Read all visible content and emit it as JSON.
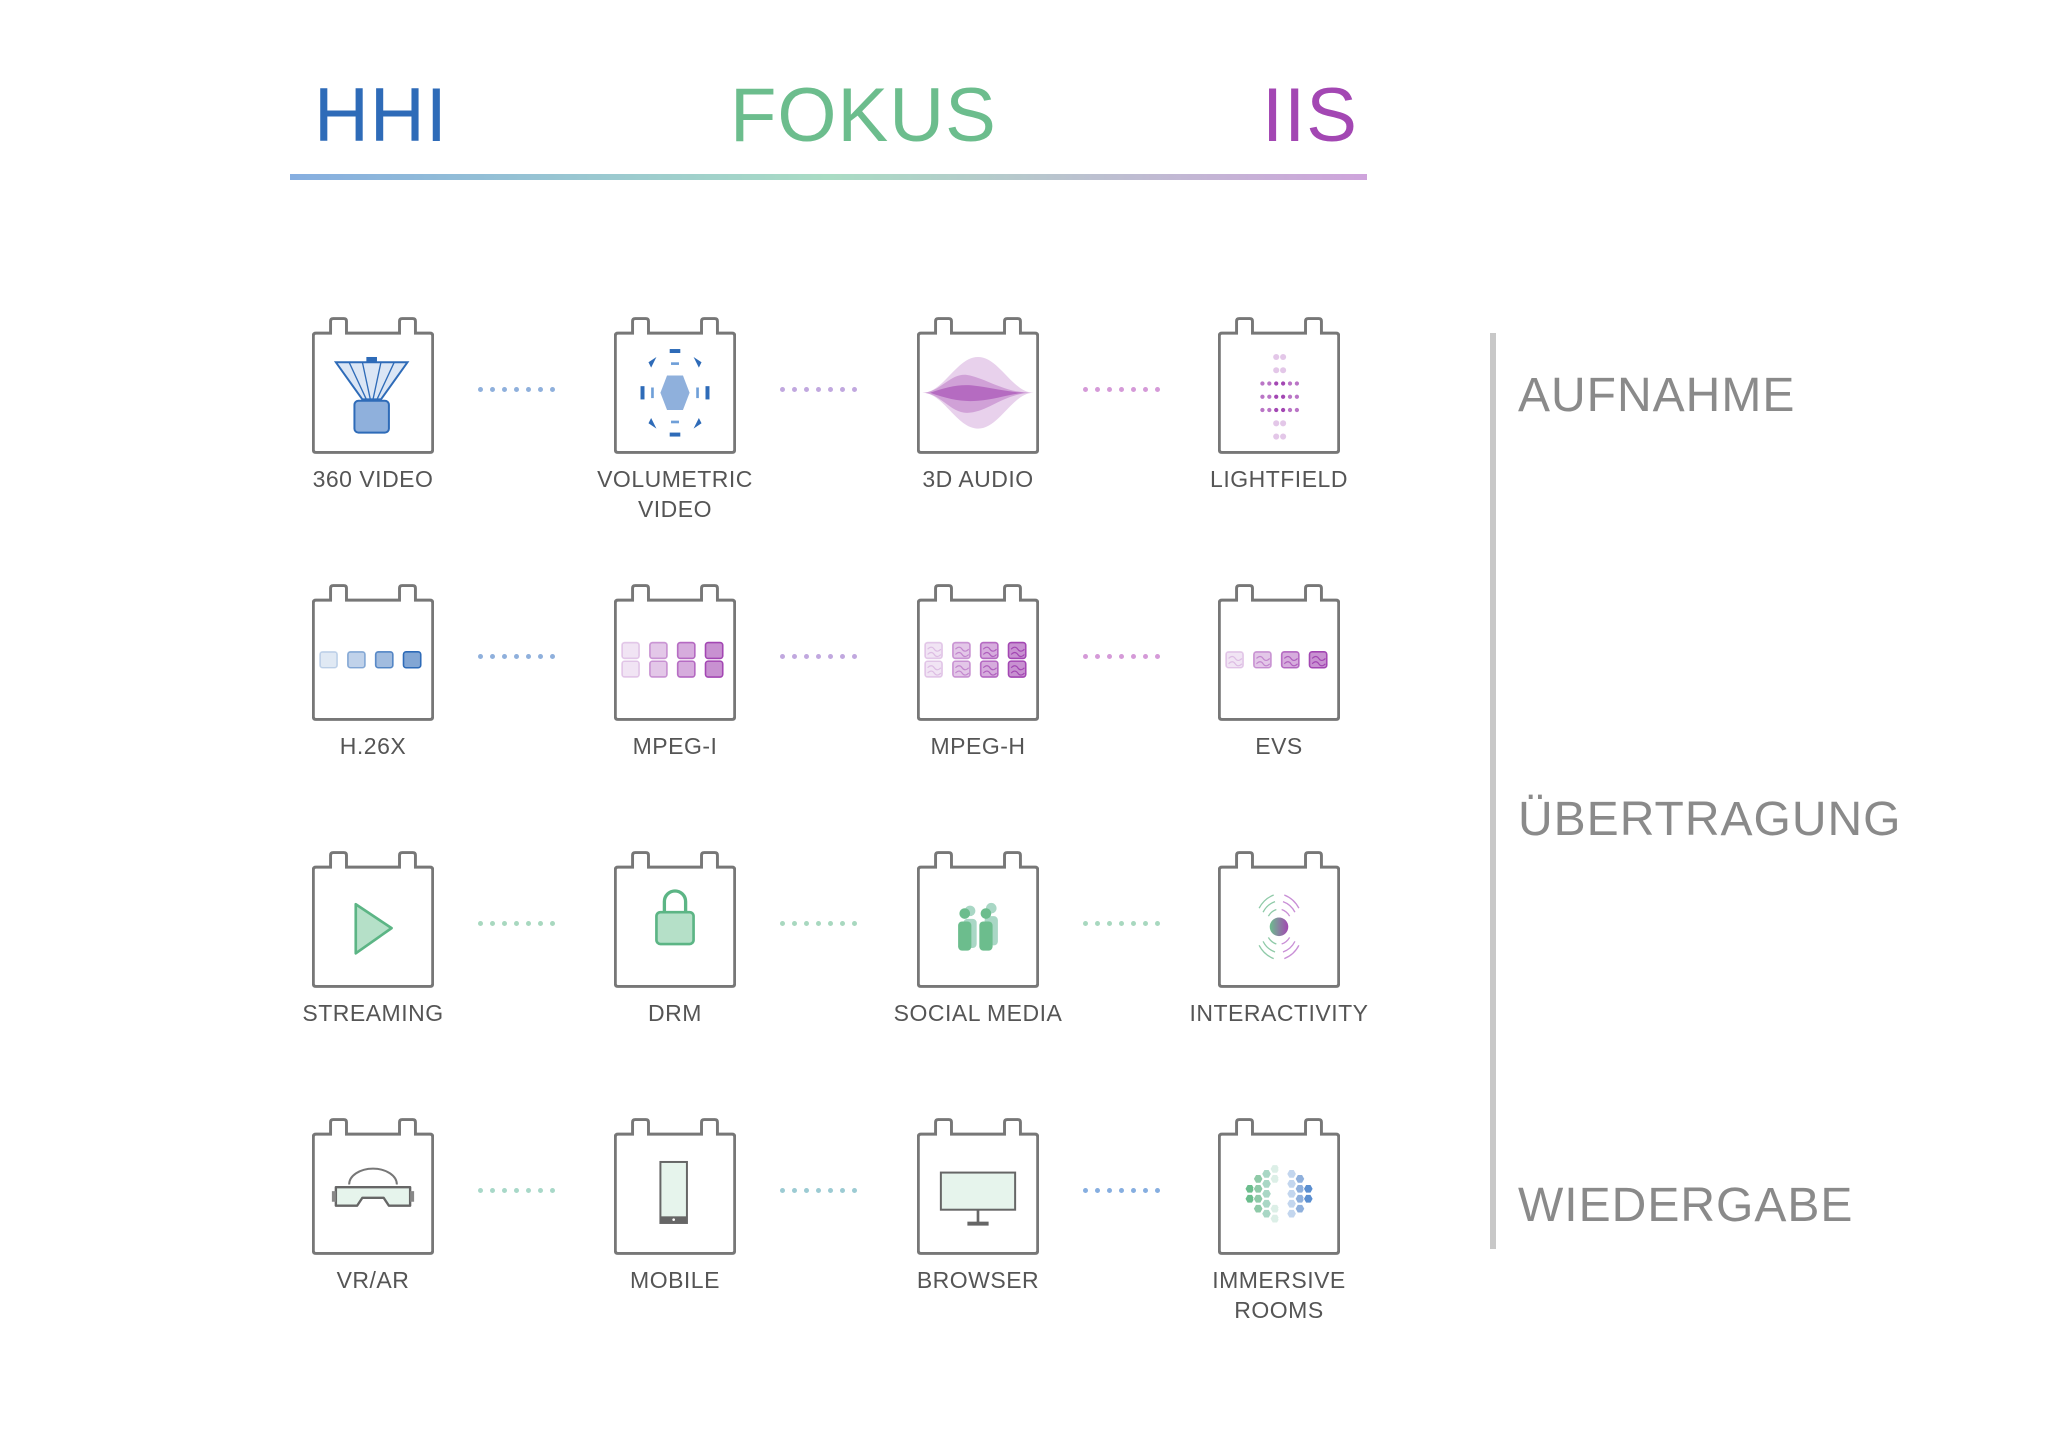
{
  "header": {
    "left": "HHI",
    "center": "FOKUS",
    "right": "IIS"
  },
  "colors": {
    "hhi": "#2e6bb8",
    "fokus": "#6cbd8d",
    "iis": "#a347b3",
    "frame": "#777777"
  },
  "stages": [
    "AUFNAHME",
    "ÜBERTRAGUNG",
    "WIEDERGABE"
  ],
  "rows": [
    {
      "items": [
        {
          "label": "360 VIDEO",
          "icon": "camera-360-icon"
        },
        {
          "label": "VOLUMETRIC\nVIDEO",
          "icon": "volumetric-capture-icon"
        },
        {
          "label": "3D AUDIO",
          "icon": "audio-wave-icon"
        },
        {
          "label": "LIGHTFIELD",
          "icon": "lightfield-dots-icon"
        }
      ],
      "dot_colors": [
        "#8fb0dc",
        "#c1a8df",
        "#d59ad8"
      ]
    },
    {
      "items": [
        {
          "label": "H.26X",
          "icon": "video-codec-icon"
        },
        {
          "label": "MPEG-I",
          "icon": "mpeg-i-codec-icon"
        },
        {
          "label": "MPEG-H",
          "icon": "mpeg-h-codec-icon"
        },
        {
          "label": "EVS",
          "icon": "evs-codec-icon"
        }
      ],
      "dot_colors": [
        "#8fb0dc",
        "#c1a8df",
        "#d59ad8"
      ]
    },
    {
      "items": [
        {
          "label": "STREAMING",
          "icon": "play-icon"
        },
        {
          "label": "DRM",
          "icon": "lock-icon"
        },
        {
          "label": "SOCIAL MEDIA",
          "icon": "people-icon"
        },
        {
          "label": "INTERACTIVITY",
          "icon": "interactivity-icon"
        }
      ],
      "dot_colors": [
        "#a8d8bf",
        "#a8d8bf",
        "#a8d8bf"
      ]
    },
    {
      "items": [
        {
          "label": "VR/AR",
          "icon": "vr-headset-icon"
        },
        {
          "label": "MOBILE",
          "icon": "mobile-phone-icon"
        },
        {
          "label": "BROWSER",
          "icon": "monitor-icon"
        },
        {
          "label": "IMMERSIVE\nROOMS",
          "icon": "hexagon-room-icon"
        }
      ],
      "dot_colors": [
        "#a8d8c8",
        "#9ccbd3",
        "#86aee0"
      ]
    }
  ]
}
